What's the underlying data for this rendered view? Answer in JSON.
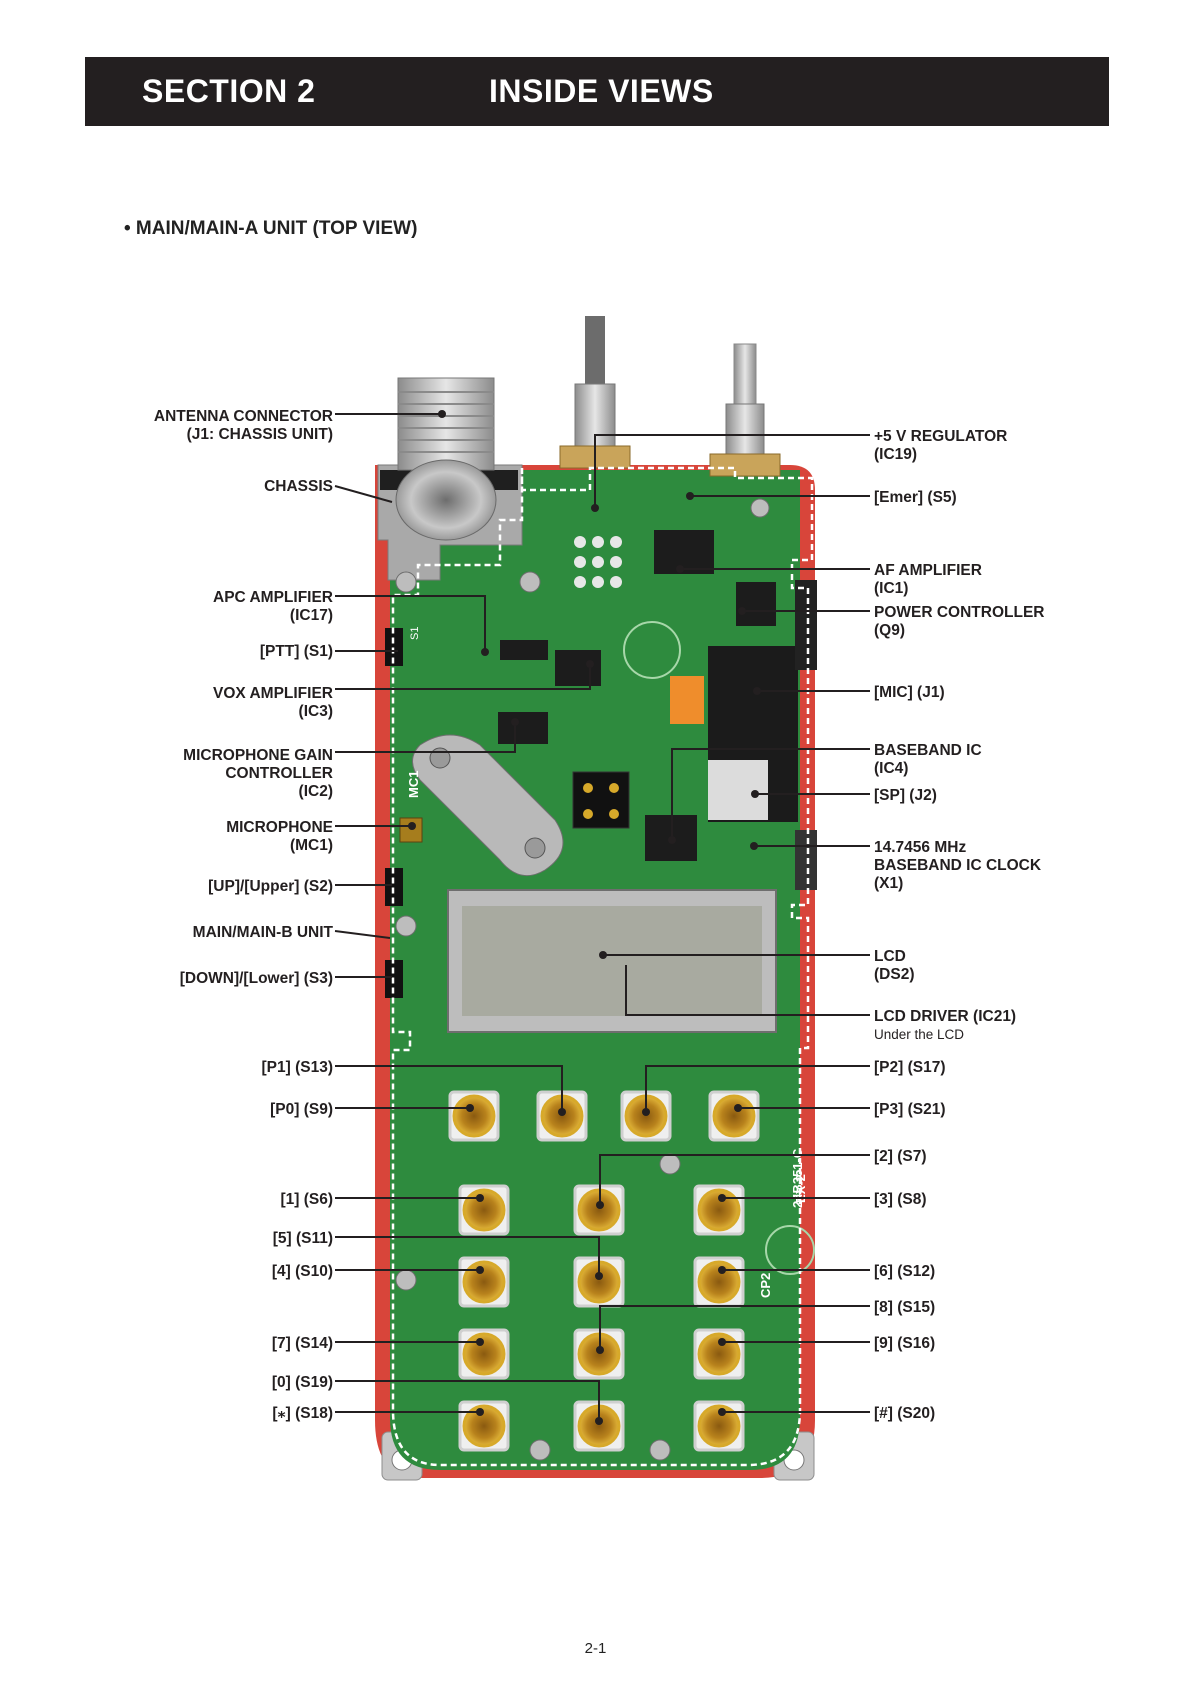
{
  "header": {
    "section": "SECTION  2",
    "title": "INSIDE VIEWS"
  },
  "subtitle": "• MAIN/MAIN-A UNIT (TOP VIEW)",
  "labels_left": [
    {
      "id": "antenna",
      "lines": [
        "ANTENNA CONNECTOR",
        "(J1: CHASSIS UNIT)"
      ]
    },
    {
      "id": "chassis",
      "lines": [
        "CHASSIS"
      ]
    },
    {
      "id": "apc",
      "lines": [
        "APC AMPLIFIER",
        "(IC17)"
      ]
    },
    {
      "id": "ptt",
      "lines": [
        "[PTT] (S1)"
      ]
    },
    {
      "id": "vox",
      "lines": [
        "VOX AMPLIFIER",
        "(IC3)"
      ]
    },
    {
      "id": "micgain",
      "lines": [
        "MICROPHONE GAIN",
        "CONTROLLER",
        "(IC2)"
      ]
    },
    {
      "id": "mic",
      "lines": [
        "MICROPHONE",
        "(MC1)"
      ]
    },
    {
      "id": "up",
      "lines": [
        "[UP]/[Upper] (S2)"
      ]
    },
    {
      "id": "mainb",
      "lines": [
        "MAIN/MAIN-B UNIT"
      ]
    },
    {
      "id": "down",
      "lines": [
        "[DOWN]/[Lower] (S3)"
      ]
    },
    {
      "id": "p1",
      "lines": [
        "[P1] (S13)"
      ]
    },
    {
      "id": "p0",
      "lines": [
        "[P0] (S9)"
      ]
    },
    {
      "id": "k1",
      "lines": [
        "[1] (S6)"
      ]
    },
    {
      "id": "k5",
      "lines": [
        "[5] (S11)"
      ]
    },
    {
      "id": "k4",
      "lines": [
        "[4] (S10)"
      ]
    },
    {
      "id": "k7",
      "lines": [
        "[7] (S14)"
      ]
    },
    {
      "id": "k0",
      "lines": [
        "[0] (S19)"
      ]
    },
    {
      "id": "kstar",
      "lines": [
        "[⁎] (S18)"
      ]
    }
  ],
  "labels_right": [
    {
      "id": "reg5v",
      "lines": [
        "+5 V REGULATOR",
        "(IC19)"
      ]
    },
    {
      "id": "emer",
      "lines": [
        "[Emer] (S5)"
      ]
    },
    {
      "id": "afamp",
      "lines": [
        "AF AMPLIFIER",
        "(IC1)"
      ]
    },
    {
      "id": "power",
      "lines": [
        "POWER CONTROLLER",
        "(Q9)"
      ]
    },
    {
      "id": "micj",
      "lines": [
        "[MIC] (J1)"
      ]
    },
    {
      "id": "baseband",
      "lines": [
        "BASEBAND IC",
        "(IC4)"
      ]
    },
    {
      "id": "sp",
      "lines": [
        "[SP] (J2)"
      ]
    },
    {
      "id": "clock",
      "lines": [
        "14.7456 MHz",
        "BASEBAND IC CLOCK",
        "(X1)"
      ]
    },
    {
      "id": "lcd",
      "lines": [
        "LCD",
        "(DS2)"
      ]
    },
    {
      "id": "lcddrv",
      "lines": [
        "LCD DRIVER (IC21)"
      ],
      "note": "Under the LCD"
    },
    {
      "id": "p2",
      "lines": [
        "[P2] (S17)"
      ]
    },
    {
      "id": "p3",
      "lines": [
        "[P3] (S21)"
      ]
    },
    {
      "id": "k2",
      "lines": [
        "[2] (S7)"
      ]
    },
    {
      "id": "k3",
      "lines": [
        "[3] (S8)"
      ]
    },
    {
      "id": "k6",
      "lines": [
        "[6] (S12)"
      ]
    },
    {
      "id": "k8",
      "lines": [
        "[8] (S15)"
      ]
    },
    {
      "id": "k9",
      "lines": [
        "[9] (S16)"
      ]
    },
    {
      "id": "khash",
      "lines": [
        "[#] (S20)"
      ]
    }
  ],
  "silkscreen": {
    "s1": "S1",
    "mc1": "MC1",
    "cp2": "CP2",
    "board_id": "24B351-C",
    "board_name": "EX-2"
  },
  "colors": {
    "pcb": "#2e8b3e",
    "pcb_dark": "#1f6b2d",
    "housing": "#d8453a",
    "metal": "#b9b9b9",
    "key_gold": "#d7a92a",
    "header_bg": "#231f20"
  },
  "page_number": "2-1"
}
